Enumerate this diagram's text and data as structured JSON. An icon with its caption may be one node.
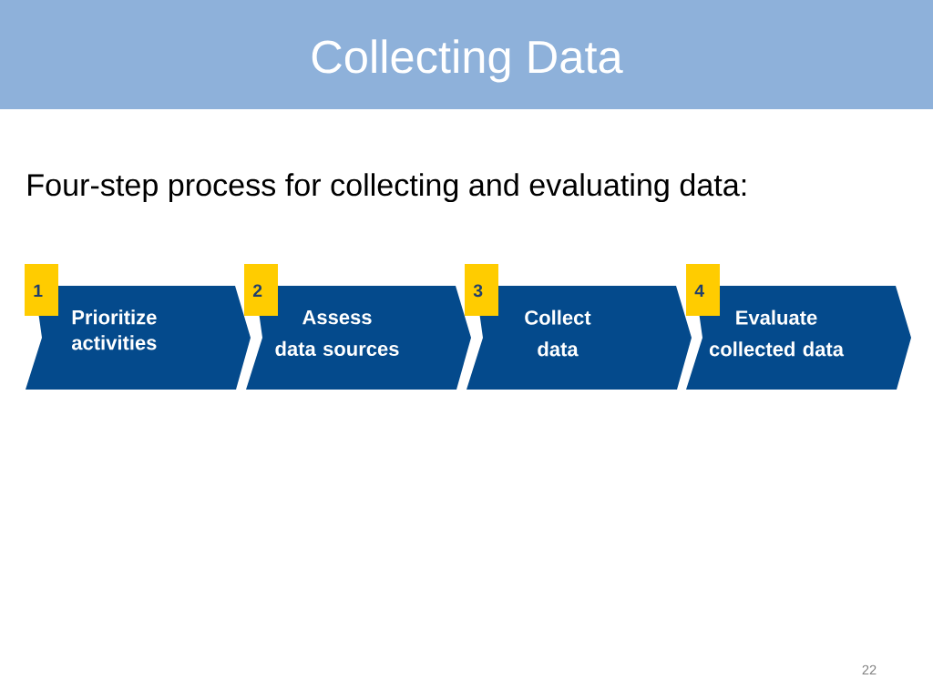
{
  "diagram": {
    "title": "Collecting Data",
    "nodes": [
      {
        "text": [
          "1"
        ]
      },
      {
        "text": [
          "Prioritize activities"
        ]
      },
      {
        "text": [
          "2"
        ]
      },
      {
        "text": [
          "Assess data sources"
        ]
      },
      {
        "text": [
          "3"
        ]
      },
      {
        "text": [
          "Collect data"
        ]
      },
      {
        "text": [
          "4"
        ]
      },
      {
        "text": [
          "Evaluate collected data"
        ]
      }
    ],
    "labels": [
      "Four-step process for collecting and evaluating data:",
      "22"
    ]
  }
}
